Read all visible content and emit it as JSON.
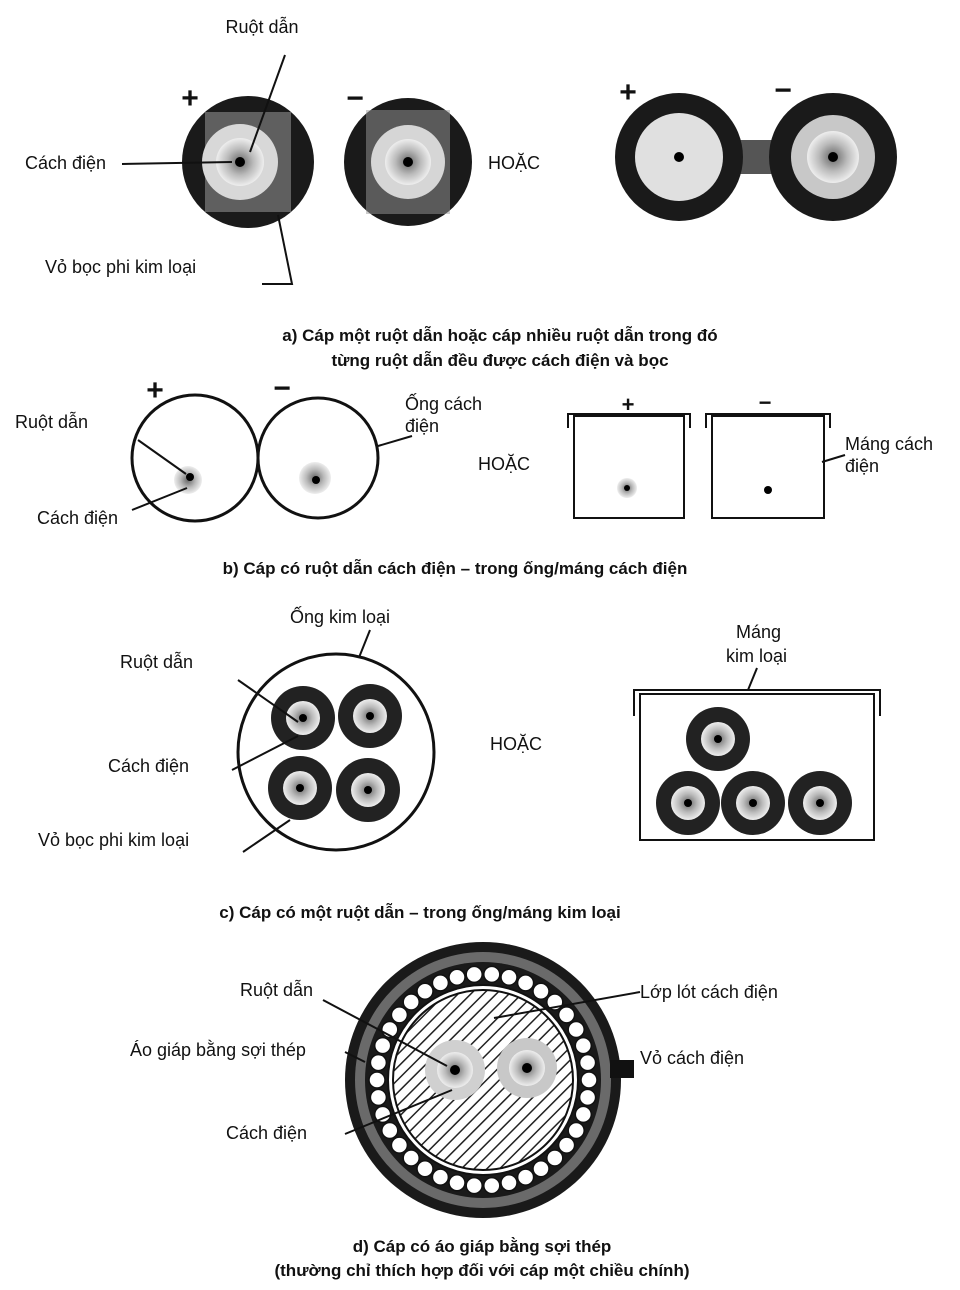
{
  "panel_a": {
    "plus": "+",
    "minus": "−",
    "label_conductor": "Ruột dẫn",
    "label_insulation": "Cách điện",
    "label_sheath": "Vỏ bọc phi kim loại",
    "or": "HOẶC",
    "caption_line1": "a) Cáp một ruột dẫn hoặc cáp nhiều ruột dẫn trong đó",
    "caption_line2": "từng ruột dẫn đều được cách điện và bọc"
  },
  "panel_b": {
    "plus": "+",
    "minus": "−",
    "label_conductor": "Ruột dẫn",
    "label_insulation": "Cách điện",
    "label_tube_line1": "Ống cách",
    "label_tube_line2": "điện",
    "or": "HOẶC",
    "label_trunking_line1": "Máng cách",
    "label_trunking_line2": "điện",
    "caption": "b) Cáp có ruột dẫn cách điện – trong ống/máng cách điện"
  },
  "panel_c": {
    "label_metal_tube": "Ống kim loại",
    "label_conductor": "Ruột dẫn",
    "label_insulation": "Cách điện",
    "label_sheath": "Vỏ bọc phi kim loại",
    "or": "HOẶC",
    "label_metal_trunking_line1": "Máng",
    "label_metal_trunking_line2": "kim loại",
    "caption": "c) Cáp có một ruột dẫn – trong ống/máng kim loại"
  },
  "panel_d": {
    "label_conductor": "Ruột dẫn",
    "label_armour": "Áo giáp bằng sợi thép",
    "label_insulation": "Cách điện",
    "label_bedding": "Lớp lót cách điện",
    "label_outer_sheath": "Vỏ cách điện",
    "caption_line1": "d) Cáp có áo giáp bằng sợi thép",
    "caption_line2": "(thường chỉ thích hợp đối với cáp một chiều chính)"
  }
}
